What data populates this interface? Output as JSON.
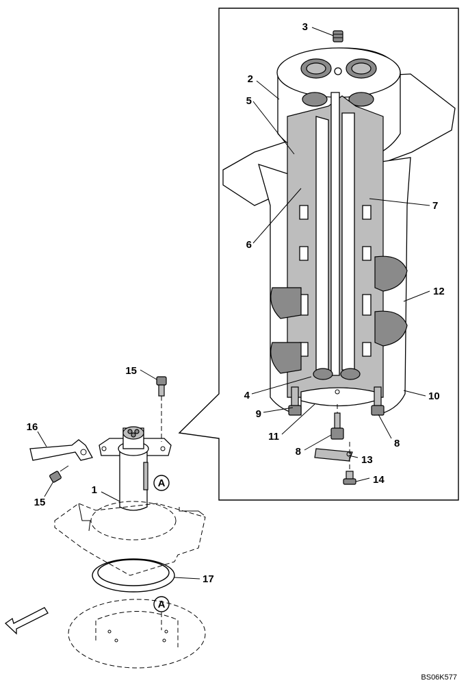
{
  "drawing_code": "BS06K577",
  "callouts": [
    {
      "id": "c3",
      "text": "3"
    },
    {
      "id": "c2",
      "text": "2"
    },
    {
      "id": "c5",
      "text": "5"
    },
    {
      "id": "c7",
      "text": "7"
    },
    {
      "id": "c6",
      "text": "6"
    },
    {
      "id": "c12",
      "text": "12"
    },
    {
      "id": "c4",
      "text": "4"
    },
    {
      "id": "c10",
      "text": "10"
    },
    {
      "id": "c9",
      "text": "9"
    },
    {
      "id": "c8a",
      "text": "8"
    },
    {
      "id": "c11",
      "text": "11"
    },
    {
      "id": "c8b",
      "text": "8"
    },
    {
      "id": "c13",
      "text": "13"
    },
    {
      "id": "c14",
      "text": "14"
    },
    {
      "id": "c15a",
      "text": "15"
    },
    {
      "id": "c16",
      "text": "16"
    },
    {
      "id": "c15b",
      "text": "15"
    },
    {
      "id": "c1",
      "text": "1"
    },
    {
      "id": "c17",
      "text": "17"
    }
  ],
  "reference_marks": [
    {
      "id": "refA1",
      "text": "A"
    },
    {
      "id": "refA2",
      "text": "A"
    }
  ]
}
